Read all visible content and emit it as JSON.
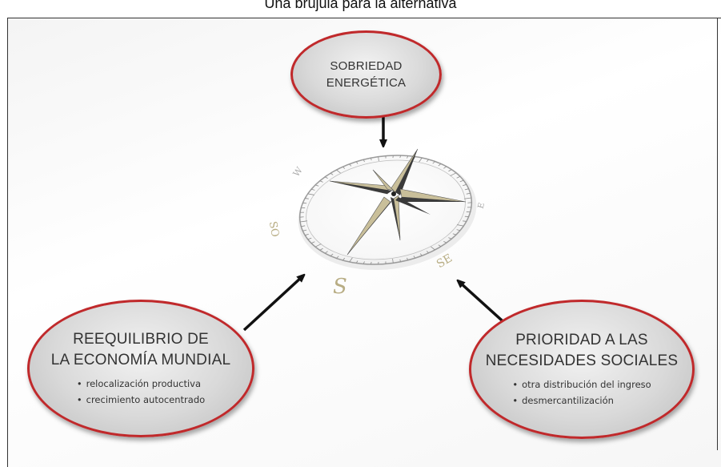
{
  "page": {
    "title": "Una brújula para la alternativa"
  },
  "nodes": {
    "top": {
      "line1": "SOBRIEDAD",
      "line2": "ENERGÉTICA"
    },
    "left": {
      "line1": "REEQUILIBRIO DE",
      "line2": "LA ECONOMÍA MUNDIAL",
      "bullets": [
        "relocalización productiva",
        "crecimiento autocentrado"
      ]
    },
    "right": {
      "line1": "PRIORIDAD A LAS",
      "line2": "NECESIDADES SOCIALES",
      "bullets": [
        "otra distribución del ingreso",
        "desmercantilización"
      ]
    }
  },
  "compass": {
    "letters": {
      "south": "S",
      "west": "W",
      "southeast": "SE",
      "east": "E",
      "southwest": "SO"
    }
  },
  "colors": {
    "border": "#c0292b",
    "arrow": "#111111",
    "star_light": "#c9bf9a",
    "star_dark": "#3a3a3a"
  }
}
